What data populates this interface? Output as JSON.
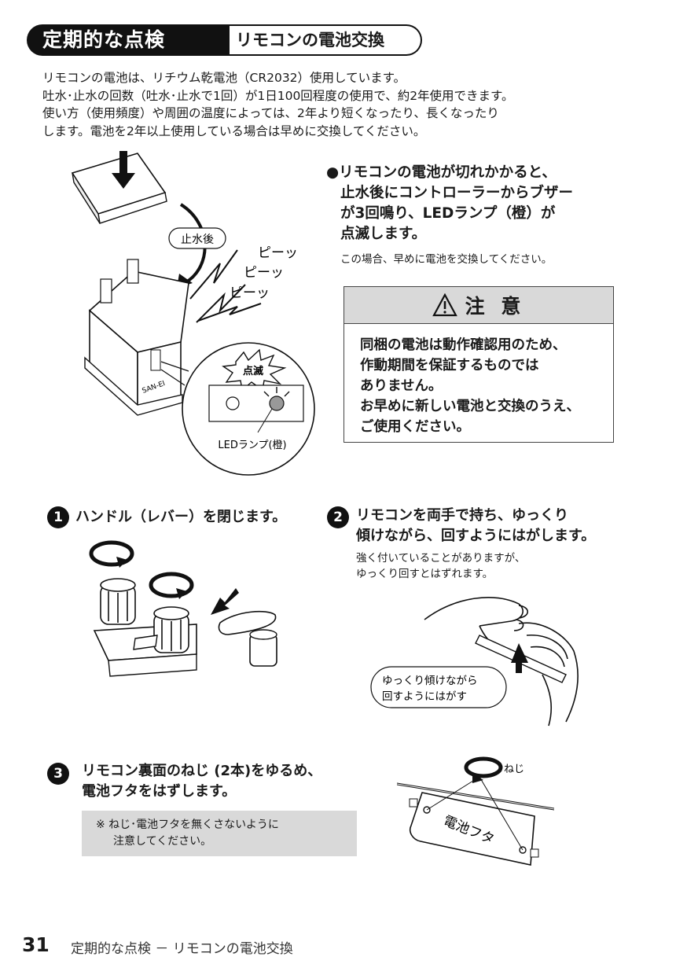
{
  "header": {
    "title": "定期的な点検",
    "subtitle": "リモコンの電池交換"
  },
  "intro": [
    "リモコンの電池は、リチウム乾電池（CR2032）使用しています。",
    "吐水･止水の回数（吐水･止水で1回）が1日100回程度の使用で、約2年使用できます。",
    "使い方（使用頻度）や周囲の温度によっては、2年より短くなったり、長くなったり",
    "します。電池を2年以上使用している場合は早めに交換してください。"
  ],
  "figure_top": {
    "stop_label": "止水後",
    "beep": [
      "ピーッ",
      "ピーッ",
      "ピーッ"
    ],
    "blink_label": "点滅",
    "led_label": "LEDランプ(橙)",
    "brand": "SAN-EI"
  },
  "bullet": {
    "lines": [
      "●リモコンの電池が切れかかると、",
      "止水後にコントローラーからブザー",
      "が3回鳴り、LEDランプ（橙）が",
      "点滅します。"
    ],
    "note": "この場合、早めに電池を交換してください。"
  },
  "caution": {
    "title": "注 意",
    "icon": "warning-triangle-icon",
    "lines": [
      "同梱の電池は動作確認用のため、",
      "作動期間を保証するものでは",
      "ありません。",
      "お早めに新しい電池と交換のうえ、",
      "ご使用ください。"
    ]
  },
  "steps": [
    {
      "num": "1",
      "lines": [
        "ハンドル（レバー）を閉じます。"
      ],
      "notes": []
    },
    {
      "num": "2",
      "lines": [
        "リモコンを両手で持ち、ゆっくり",
        "傾けながら、回すようにはがします。"
      ],
      "notes": [
        "強く付いていることがありますが、",
        "ゆっくり回すとはずれます。"
      ],
      "bubble": [
        "ゆっくり傾けながら",
        "回すようにはがす"
      ]
    },
    {
      "num": "3",
      "lines": [
        "リモコン裏面のねじ (2本)をゆるめ、",
        "電池フタをはずします。"
      ],
      "notes": [
        "※ ねじ･電池フタを無くさないように",
        "注意してください。"
      ],
      "screw_label": "ねじ",
      "cover_label": "電池フタ"
    }
  ],
  "footer": {
    "page": "31",
    "text": "定期的な点検 － リモコンの電池交換"
  }
}
